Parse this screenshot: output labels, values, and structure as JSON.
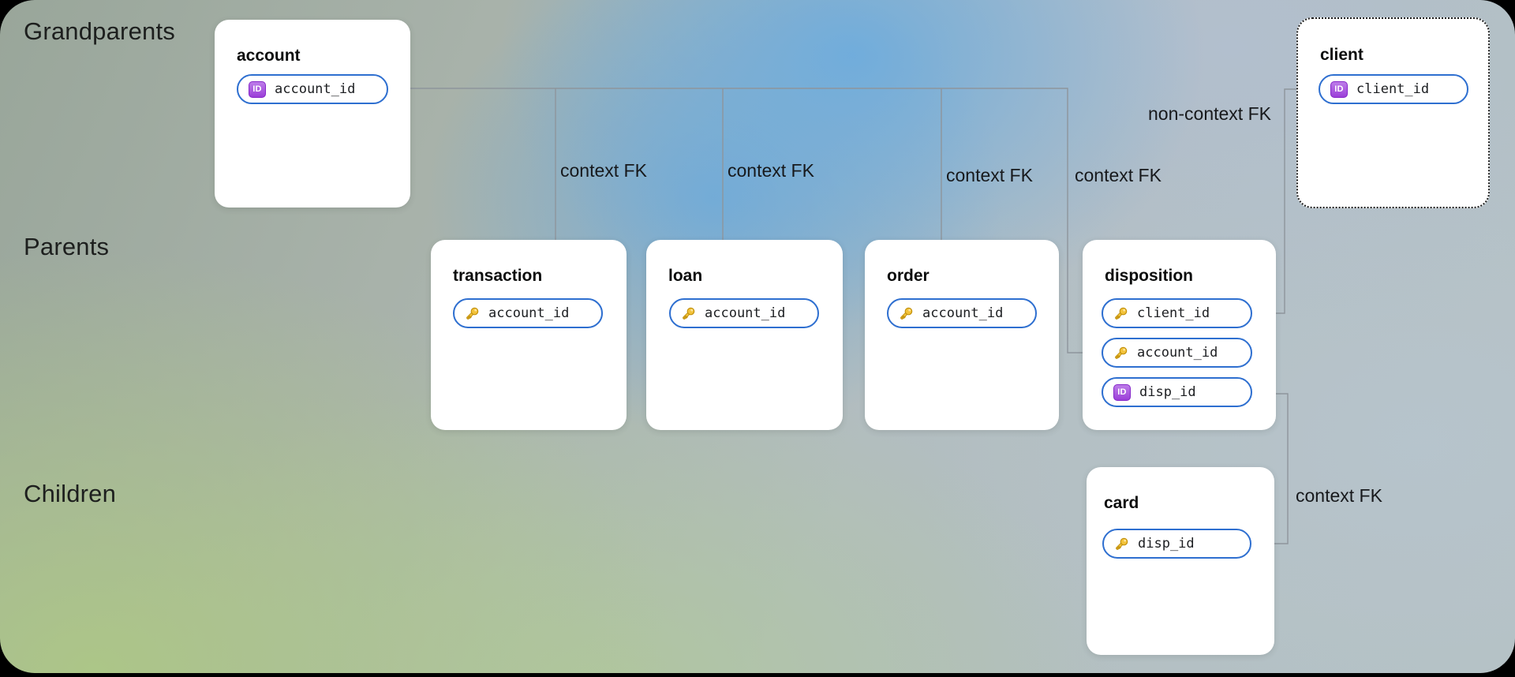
{
  "diagram": {
    "row_labels": [
      {
        "label": "Grandparents"
      },
      {
        "label": "Parents"
      },
      {
        "label": "Children"
      }
    ],
    "tables": [
      {
        "title": "account",
        "fields": [
          {
            "name": "account_id",
            "icon": "id-badge"
          }
        ]
      },
      {
        "title": "client",
        "style": "dashed",
        "fields": [
          {
            "name": "client_id",
            "icon": "id-badge"
          }
        ]
      },
      {
        "title": "transaction",
        "fields": [
          {
            "name": "account_id",
            "icon": "key"
          }
        ]
      },
      {
        "title": "loan",
        "fields": [
          {
            "name": "account_id",
            "icon": "key"
          }
        ]
      },
      {
        "title": "order",
        "fields": [
          {
            "name": "account_id",
            "icon": "key"
          }
        ]
      },
      {
        "title": "disposition",
        "fields": [
          {
            "name": "client_id",
            "icon": "key"
          },
          {
            "name": "account_id",
            "icon": "key"
          },
          {
            "name": "disp_id",
            "icon": "id-badge"
          }
        ]
      },
      {
        "title": "card",
        "fields": [
          {
            "name": "disp_id",
            "icon": "key"
          }
        ]
      }
    ],
    "edge_labels": [
      {
        "text": "context FK"
      },
      {
        "text": "context FK"
      },
      {
        "text": "context FK"
      },
      {
        "text": "context FK"
      },
      {
        "text": "non-context FK"
      },
      {
        "text": "context FK"
      }
    ],
    "icons": {
      "id_badge_label": "ID"
    },
    "colors": {
      "field_border_blue": "#2e6fd0",
      "id_badge_purple": "#9b3fd8",
      "key_gold": "#f2c23a",
      "wire_gray": "#8e959c",
      "card_white": "#ffffff",
      "text_black": "#1d1f1e",
      "bg_green": "#adc786",
      "bg_blue": "#6eacdd",
      "bg_sage": "#99a69a",
      "frame_black": "#000000"
    }
  }
}
